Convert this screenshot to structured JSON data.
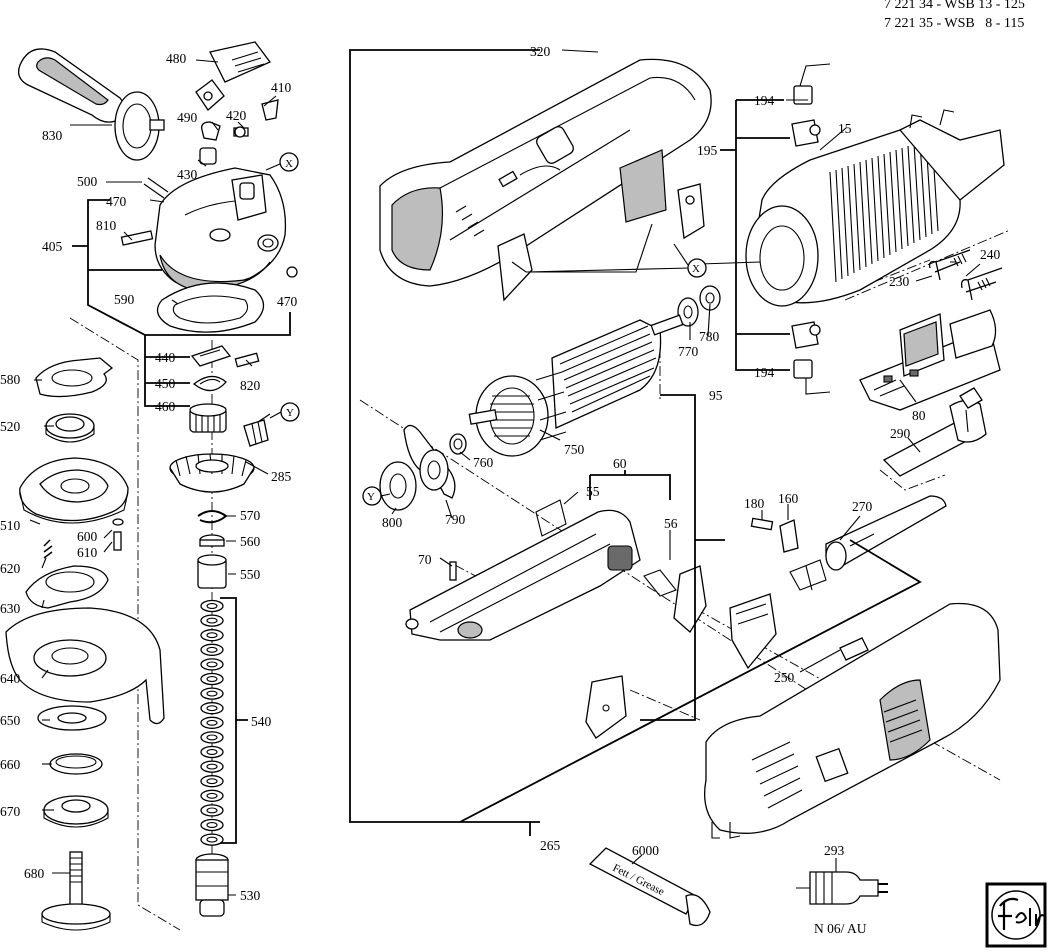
{
  "header": {
    "line1": "7 221 34 - WSB 13 - 125",
    "line2": "7 221 35 - WSB   8 - 115"
  },
  "footer": {
    "code": "N 06/ AU"
  },
  "callouts": {
    "c830": "830",
    "c480": "480",
    "c410": "410",
    "c490": "490",
    "c420": "420",
    "c430": "430",
    "c500": "500",
    "c470a": "470",
    "c810": "810",
    "c405": "405",
    "c590": "590",
    "c470b": "470",
    "c440": "440",
    "c450": "450",
    "c460": "460",
    "c820": "820",
    "cY1": "Y",
    "c285": "285",
    "c580": "580",
    "c520": "520",
    "c510": "510",
    "c600": "600",
    "c610": "610",
    "c620": "620",
    "c630": "630",
    "c640": "640",
    "c650": "650",
    "c660": "660",
    "c670": "670",
    "c680": "680",
    "c570": "570",
    "c560": "560",
    "c550": "550",
    "c540": "540",
    "c530": "530",
    "cX1": "X",
    "c320": "320",
    "c194a": "194",
    "c195": "195",
    "c15": "15",
    "cX2": "X",
    "c240": "240",
    "c230": "230",
    "c770": "770",
    "c780": "780",
    "c194b": "194",
    "c95": "95",
    "c80": "80",
    "c750": "750",
    "c760": "760",
    "cY2": "Y",
    "c800": "800",
    "c790": "790",
    "c60": "60",
    "c55": "55",
    "c56": "56",
    "c70": "70",
    "c180": "180",
    "c160": "160",
    "c270": "270",
    "c290": "290",
    "c250": "250",
    "c265": "265",
    "c6000": "6000",
    "c293": "293",
    "tube": "Fett / Grease"
  }
}
